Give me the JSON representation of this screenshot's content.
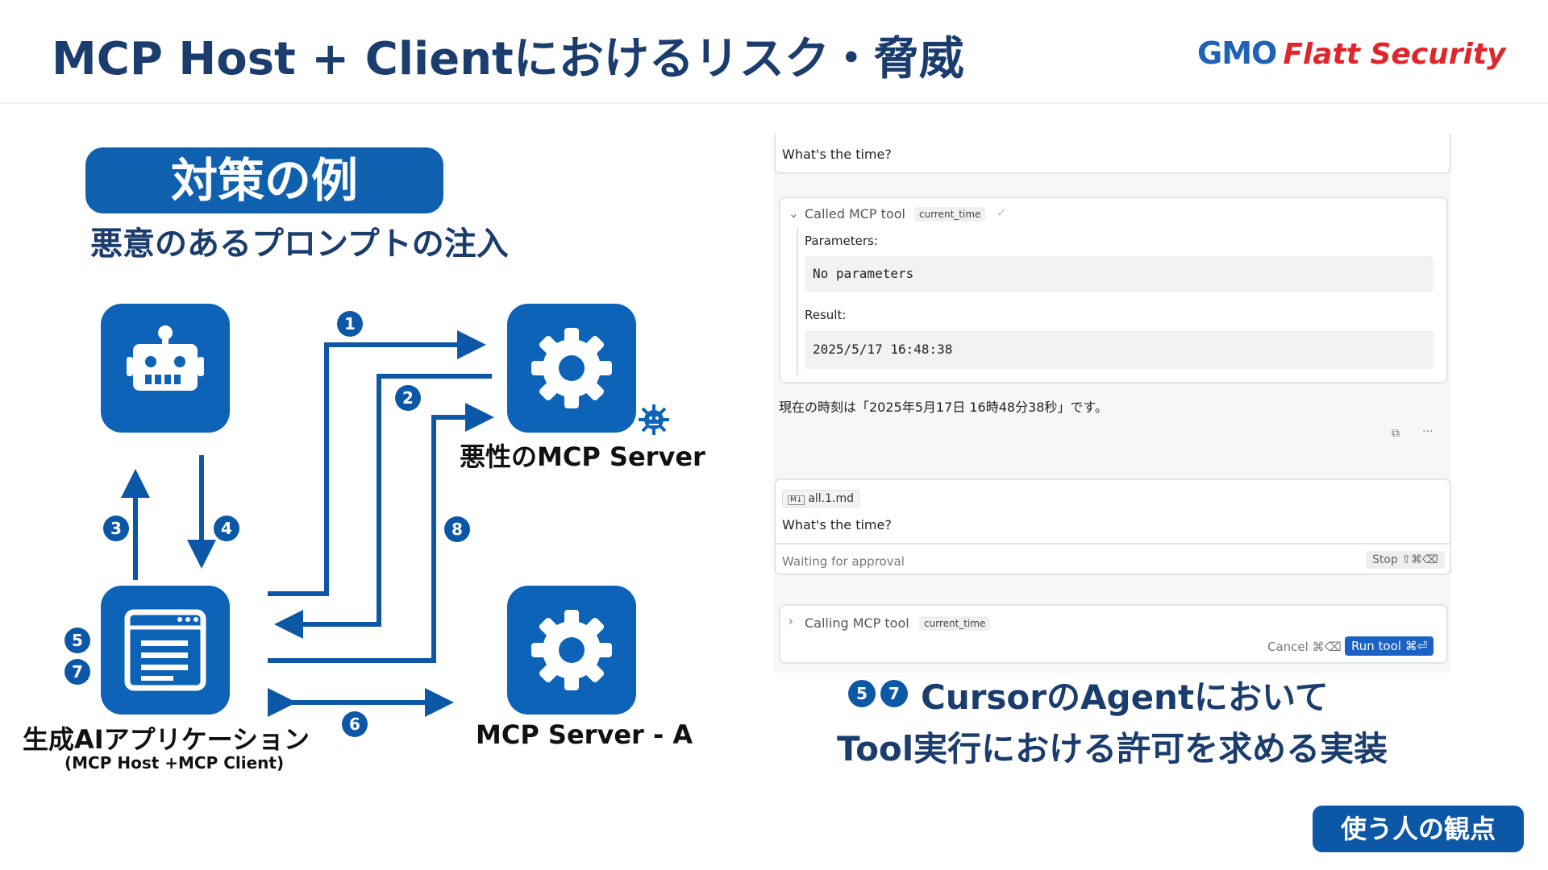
{
  "header": {
    "title": "MCP Host + Clientにおけるリスク・脅威",
    "logo_gmo": "GMO",
    "logo_flatt": "Flatt Security"
  },
  "left": {
    "pill_title": "対策の例",
    "subtitle": "悪意のあるプロンプトの注入",
    "labels": {
      "malicious_server": "悪性のMCP Server",
      "app": "生成AIアプリケーション",
      "app_sub": "(MCP Host +MCP Client)",
      "server_a": "MCP Server - A"
    },
    "badges": [
      "1",
      "2",
      "3",
      "4",
      "5",
      "6",
      "7",
      "8"
    ]
  },
  "chat": {
    "question": "What's the time?",
    "called_label": "Called MCP tool",
    "tool_chip": "current_time",
    "params_label": "Parameters:",
    "params_value": "No parameters",
    "result_label": "Result:",
    "result_value": "2025/5/17 16:48:38",
    "answer": "現在の時刻は「2025年5月17日 16時48分38秒」です。",
    "file_chip": "all.1.md",
    "input_text": "What's the time?",
    "waiting": "Waiting for approval",
    "stop": "Stop ⇧⌘⌫",
    "calling_label": "Calling MCP tool",
    "cancel": "Cancel ⌘⌫",
    "run_tool": "Run tool ⌘⏎"
  },
  "caption": {
    "badge_a": "5",
    "badge_b": "7",
    "line1": "CursorのAgentにおいて",
    "line2": "Tool実行における許可を求める実装"
  },
  "footer": {
    "viewpoint": "使う人の観点"
  },
  "colors": {
    "primary": "#0c63b7",
    "title": "#1b3d6e",
    "accent_red": "#e0262d"
  }
}
